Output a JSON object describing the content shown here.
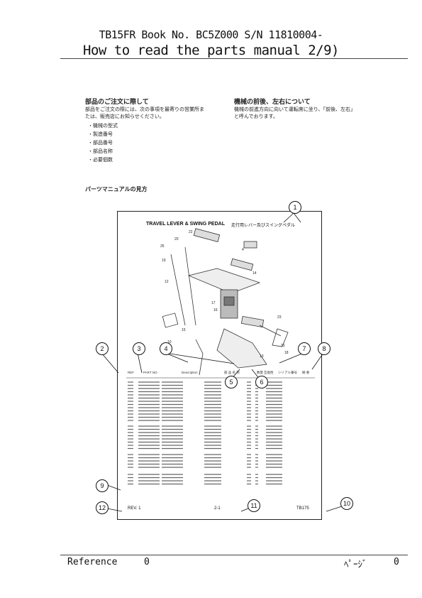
{
  "header": {
    "line1": "TB15FR  Book No. BC5Z000 S/N 11810004-",
    "line2": "How to read the parts manual 2/9)"
  },
  "intro_left": {
    "title": "部品のご注文に際して",
    "body1": "部品をご注文の際には、次の事項を最寄りの営業所ま",
    "body2": "たは、販売店にお知らせください。",
    "items": [
      "・機械の型式",
      "・製造番号",
      "・部品番号",
      "・部品名称",
      "・必要個数"
    ]
  },
  "intro_right": {
    "title": "機械の前後、左右について",
    "body1": "機械の前進方向に向いて運転席に坐り、「前後、左右」",
    "body2": "と呼んでおります。"
  },
  "section_title": "パーツマニュアルの見方",
  "manual_page": {
    "title": "TRAVEL LEVER & SWING PEDAL",
    "title_jp": "走行用レバー及びスイングペダル",
    "rev": "REV. 1",
    "page": "2-1",
    "fig": "TB175"
  },
  "callouts": [
    "1",
    "2",
    "3",
    "4",
    "5",
    "6",
    "7",
    "8",
    "9",
    "10",
    "11",
    "12"
  ],
  "footer": {
    "reference_label": "Reference",
    "reference_value": "0",
    "page_label": "ﾍﾟｰｼﾞ",
    "page_value": "0"
  }
}
